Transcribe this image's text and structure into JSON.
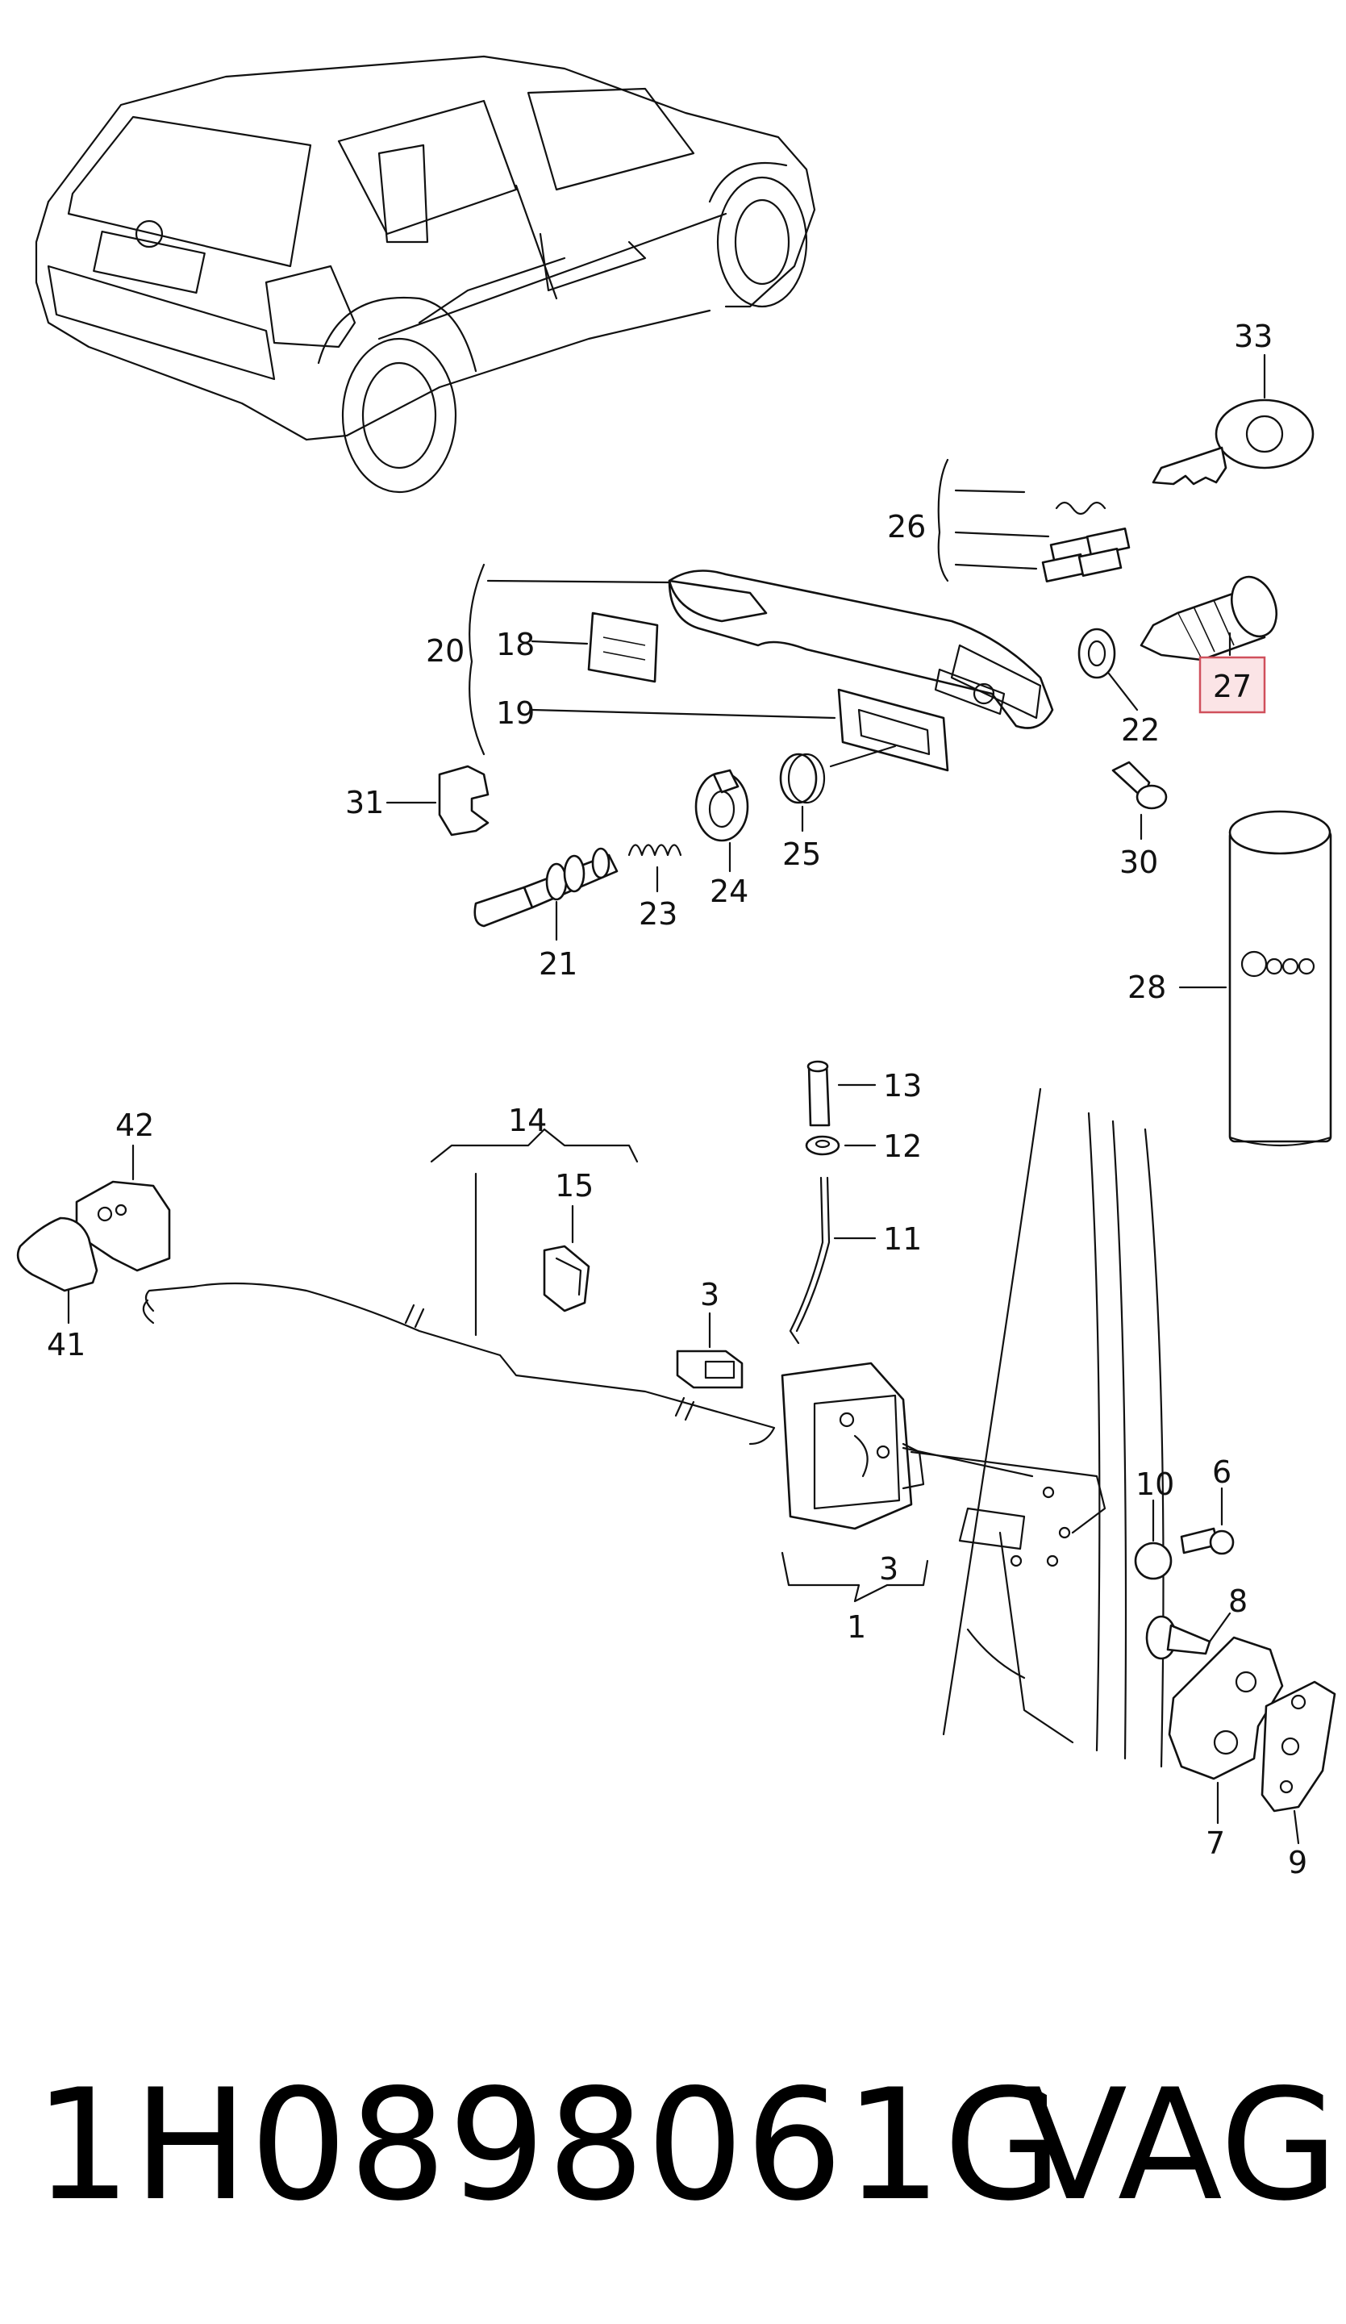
{
  "footer": {
    "part_number": "1H0898061G",
    "brand": "VAG"
  },
  "highlight": {
    "label": "27",
    "fill": "#fbe4e6",
    "border": "#d0505c"
  },
  "callouts": [
    {
      "id": "33",
      "text": "33"
    },
    {
      "id": "26",
      "text": "26"
    },
    {
      "id": "20",
      "text": "20"
    },
    {
      "id": "18",
      "text": "18"
    },
    {
      "id": "19",
      "text": "19"
    },
    {
      "id": "22",
      "text": "22"
    },
    {
      "id": "31",
      "text": "31"
    },
    {
      "id": "30",
      "text": "30"
    },
    {
      "id": "21",
      "text": "21"
    },
    {
      "id": "23",
      "text": "23"
    },
    {
      "id": "24",
      "text": "24"
    },
    {
      "id": "25",
      "text": "25"
    },
    {
      "id": "28",
      "text": "28"
    },
    {
      "id": "13",
      "text": "13"
    },
    {
      "id": "12",
      "text": "12"
    },
    {
      "id": "11",
      "text": "11"
    },
    {
      "id": "42",
      "text": "42"
    },
    {
      "id": "41",
      "text": "41"
    },
    {
      "id": "14",
      "text": "14"
    },
    {
      "id": "15",
      "text": "15"
    },
    {
      "id": "3a",
      "text": "3"
    },
    {
      "id": "3b",
      "text": "3"
    },
    {
      "id": "1",
      "text": "1"
    },
    {
      "id": "10",
      "text": "10"
    },
    {
      "id": "6",
      "text": "6"
    },
    {
      "id": "8",
      "text": "8"
    },
    {
      "id": "7",
      "text": "7"
    },
    {
      "id": "9",
      "text": "9"
    }
  ]
}
